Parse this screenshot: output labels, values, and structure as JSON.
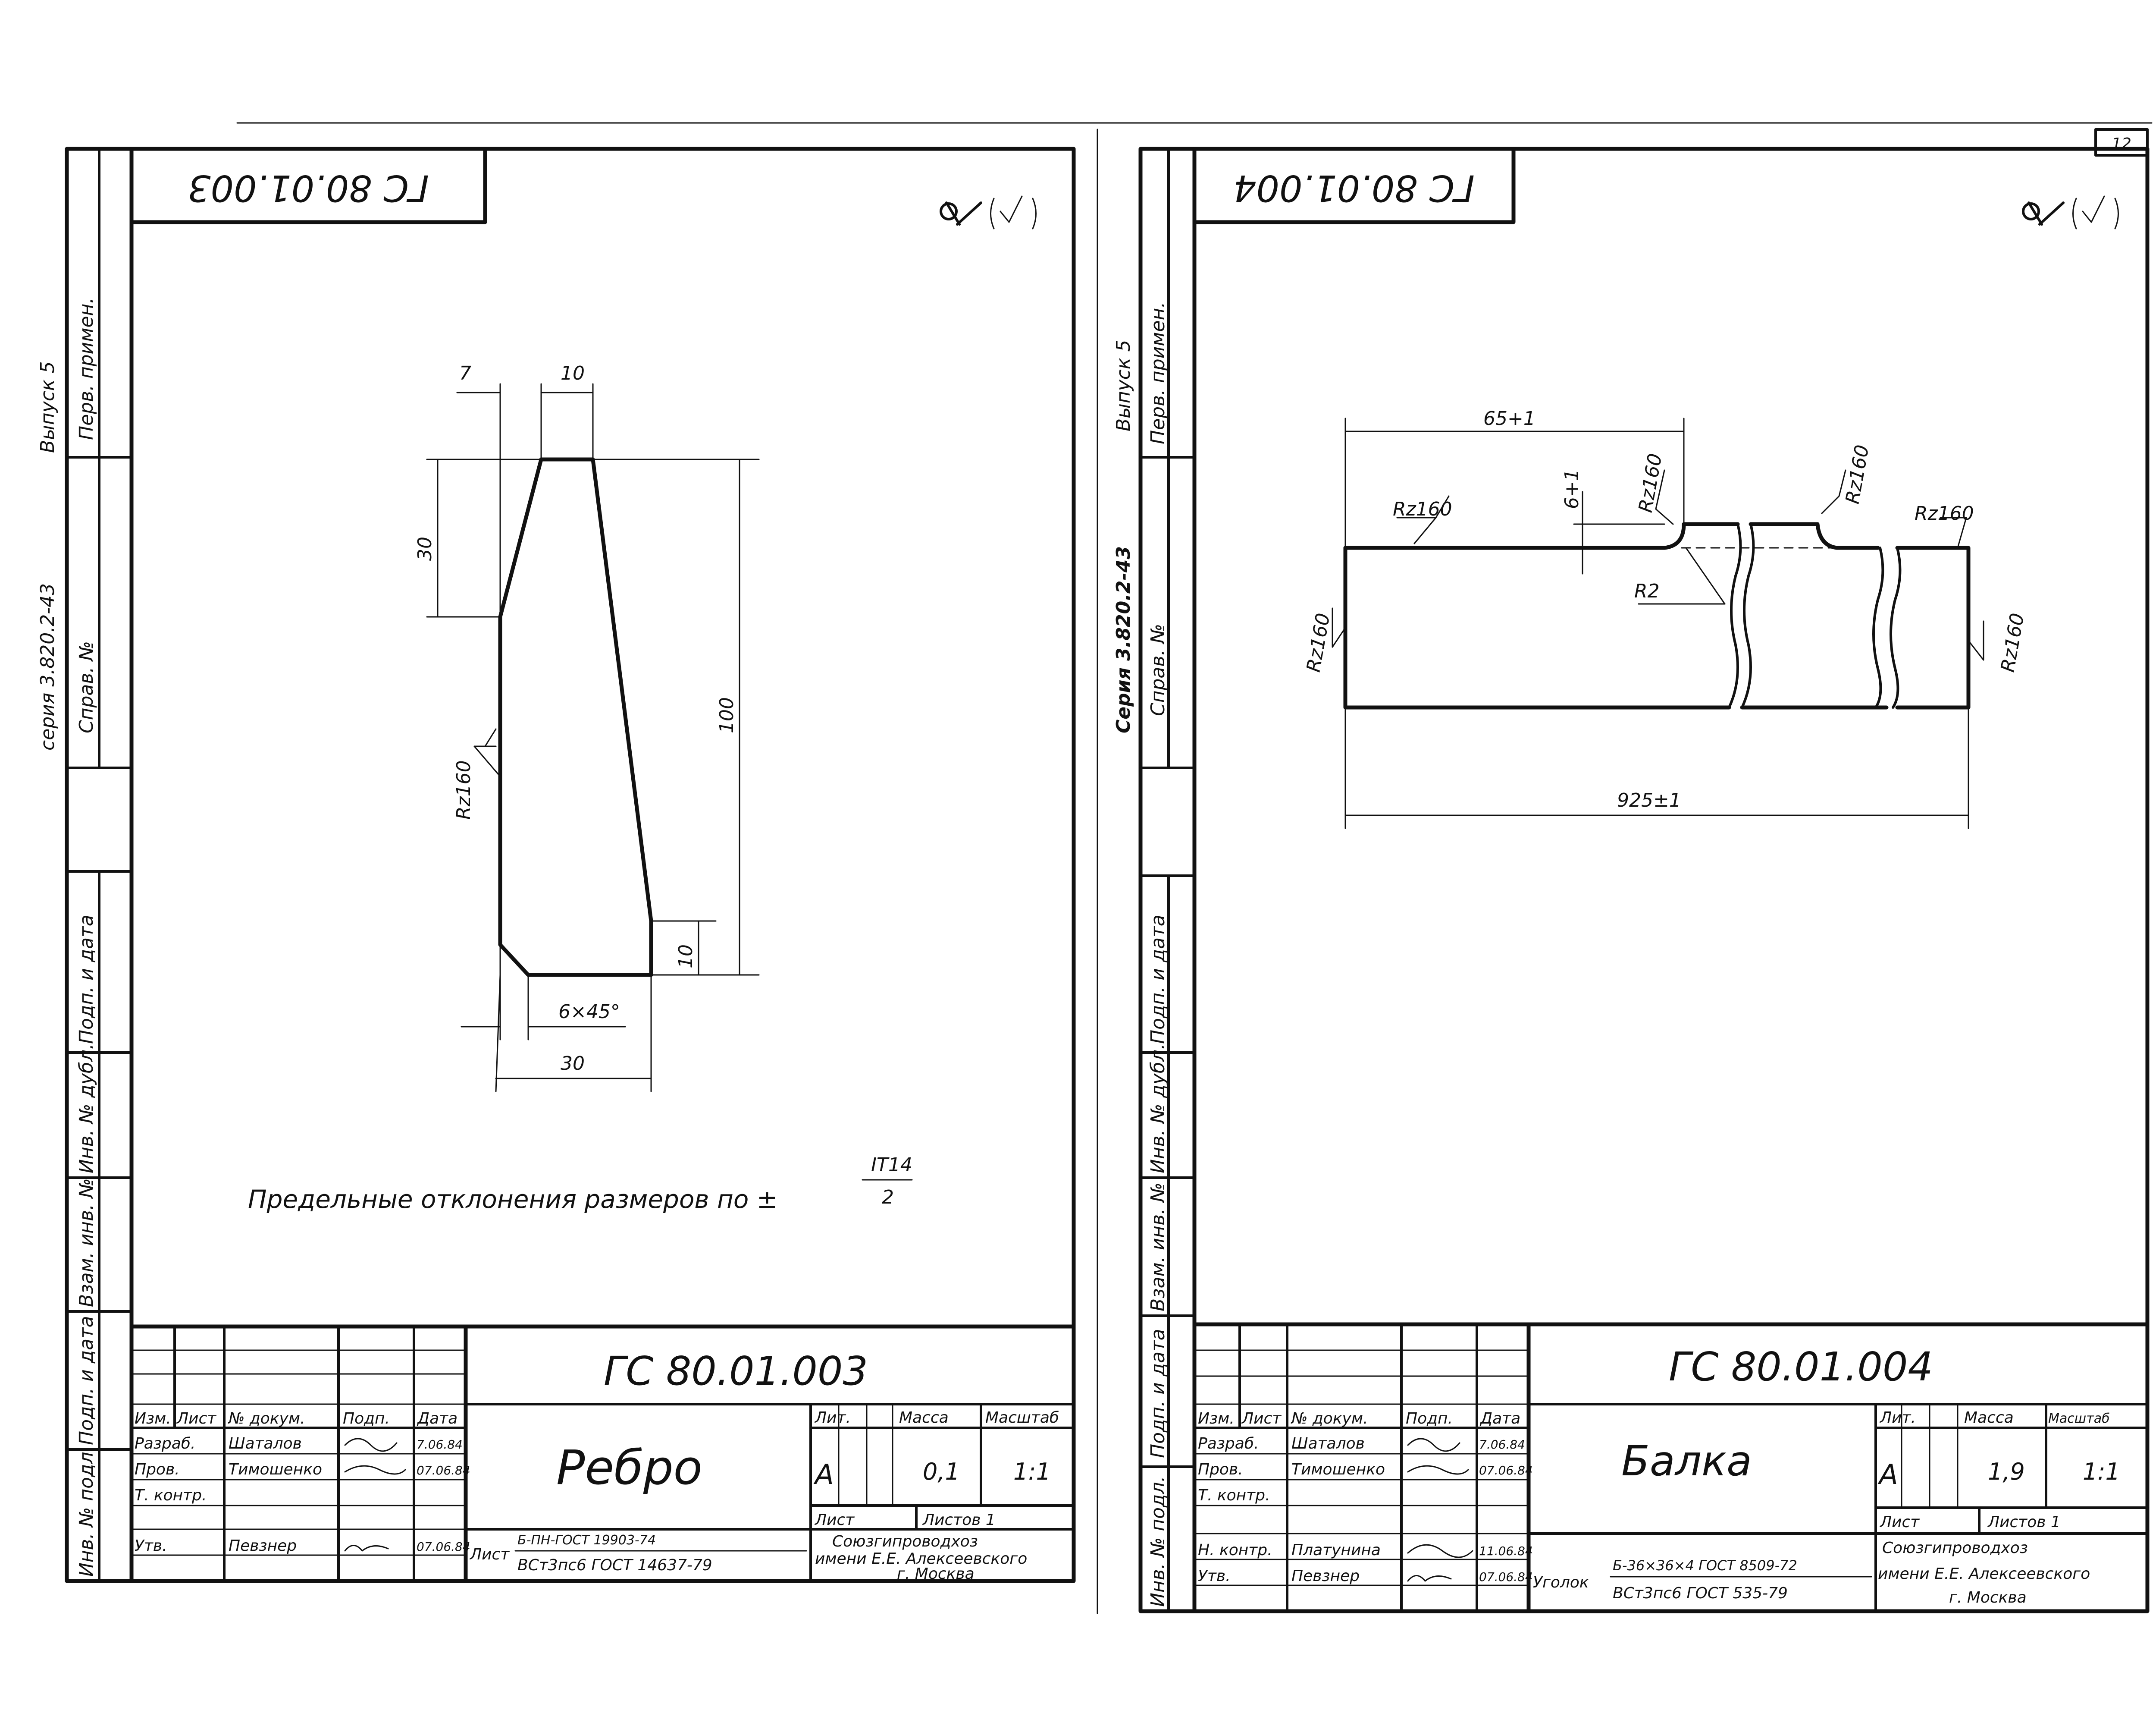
{
  "page_number": "12",
  "left": {
    "top_code": "ГС 80.01.003",
    "roughness_symbol": "∀(√)",
    "side": {
      "vypusk": "Выпуск 5",
      "seriya": "серия 3.820.2-43",
      "perv_primen": "Перв. примен.",
      "sprav": "Справ. №",
      "podp_data_1": "Подп. и дата",
      "inv_dubl": "Инв. № дубл.",
      "vzam_inv": "Взам. инв. №",
      "podp_data_2": "Подп. и дата",
      "inv_podl": "Инв. № подл."
    },
    "dims": {
      "d7": "7",
      "d10_top": "10",
      "d30_left": "30",
      "d100": "100",
      "d10_right": "10",
      "chamfer": "6×45°",
      "d30_bottom": "30",
      "rz": "Rz160"
    },
    "note_text": "Предельные отклонения размеров по ±",
    "note_num": "IT14",
    "note_den": "2",
    "title_block": {
      "designation": "ГС 80.01.003",
      "name": "Ребро",
      "lit_label": "Лит.",
      "massa_label": "Масса",
      "masshtab_label": "Масштаб",
      "lit": "А",
      "massa": "0,1",
      "masshtab": "1:1",
      "list_label": "Лист",
      "listov_label": "Листов 1",
      "izm": "Изм.",
      "list": "Лист",
      "ndokum": "№ докум.",
      "podp": "Подп.",
      "data": "Дата",
      "rows": [
        {
          "role": "Разраб.",
          "name": "Шаталов",
          "date": "7.06.84"
        },
        {
          "role": "Пров.",
          "name": "Тимошенко",
          "date": "07.06.84"
        },
        {
          "role": "Т. контр.",
          "name": "",
          "date": ""
        },
        {
          "role": "Утв.",
          "name": "Певзнер",
          "date": "07.06.84"
        }
      ],
      "material_prefix": "Лист",
      "material_top": "Б-ПН-ГОСТ 19903-74",
      "material_bottom": "ВСт3пс6 ГОСТ 14637-79",
      "org1": "Союзгипроводхоз",
      "org2": "имени Е.Е. Алексеевского",
      "org3": "г. Москва"
    }
  },
  "right": {
    "top_code": "ГС 80.01.004",
    "roughness_symbol": "∀(√)",
    "side": {
      "vypusk": "Выпуск 5",
      "seriya": "Серия 3.820.2-43",
      "perv_primen": "Перв. примен.",
      "sprav": "Справ. №",
      "podp_data_1": "Подп. и дата",
      "inv_dubl": "Инв. № дубл.",
      "vzam_inv": "Взам. инв. №",
      "podp_data_2": "Подп. и дата",
      "inv_podl": "Инв. № подл."
    },
    "dims": {
      "d65": "65+1",
      "d6": "6+1",
      "rz_a": "Rz160",
      "rz_b": "Rz160",
      "rz_c": "Rz160",
      "rz_d": "Rz160",
      "rz_e": "Rz160",
      "rz_f": "Rz160",
      "r2": "R2",
      "d925": "925±1"
    },
    "title_block": {
      "designation": "ГС 80.01.004",
      "name": "Балка",
      "lit_label": "Лит.",
      "massa_label": "Масса",
      "masshtab_label": "Масштаб",
      "lit": "А",
      "massa": "1,9",
      "masshtab": "1:1",
      "list_label": "Лист",
      "listov_label": "Листов 1",
      "izm": "Изм.",
      "list": "Лист",
      "ndokum": "№ докум.",
      "podp": "Подп.",
      "data": "Дата",
      "rows": [
        {
          "role": "Разраб.",
          "name": "Шаталов",
          "date": "7.06.84"
        },
        {
          "role": "Пров.",
          "name": "Тимошенко",
          "date": "07.06.84"
        },
        {
          "role": "Т. контр.",
          "name": "",
          "date": ""
        },
        {
          "role": "Н. контр.",
          "name": "Платунина",
          "date": "11.06.84"
        },
        {
          "role": "Утв.",
          "name": "Певзнер",
          "date": "07.06.84"
        }
      ],
      "material_prefix": "Уголок",
      "material_top": "Б-36×36×4 ГОСТ 8509-72",
      "material_bottom": "ВСт3пс6 ГОСТ 535-79",
      "org1": "Союзгипроводхоз",
      "org2": "имени Е.Е. Алексеевского",
      "org3": "г. Москва"
    }
  }
}
